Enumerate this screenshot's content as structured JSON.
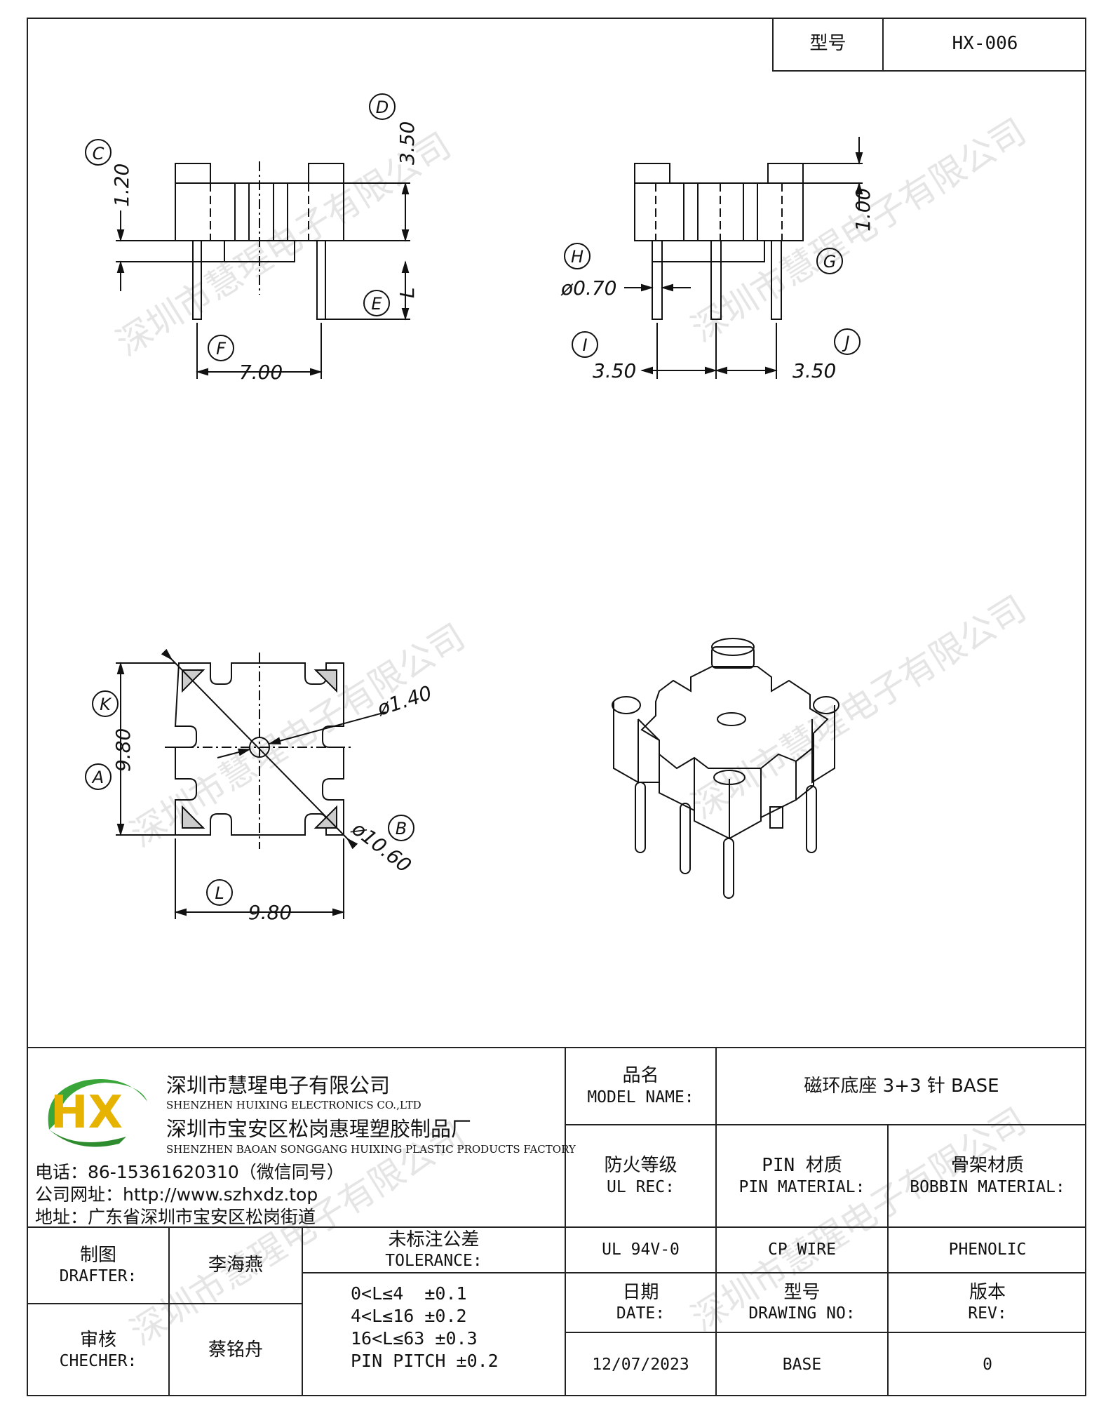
{
  "header": {
    "model_label": "型号",
    "model_value": "HX-006"
  },
  "views": {
    "front": {
      "dim_c": "C",
      "dim_c_value": "1.20",
      "dim_d": "D",
      "dim_d_value": "3.50",
      "dim_e": "E",
      "dim_e_value": "L",
      "dim_f": "F",
      "dim_f_value": "7.00"
    },
    "side": {
      "dim_h": "H",
      "dim_h_value": "ø0.70",
      "dim_g": "G",
      "dim_g_value": "1.00",
      "dim_i": "I",
      "dim_i_value": "3.50",
      "dim_j": "J",
      "dim_j_value": "3.50"
    },
    "top": {
      "dim_k": "K",
      "dim_k_value": "9.80",
      "dim_a": "A",
      "dim_hole_value": "ø1.40",
      "dim_b": "B",
      "dim_b_value": "ø10.60",
      "dim_l": "L",
      "dim_l_value": "9.80"
    }
  },
  "watermark": "深圳市慧瑆电子有限公司",
  "company": {
    "logo_letters": "HX",
    "name_cn": "深圳市慧瑆电子有限公司",
    "name_en": "SHENZHEN HUIXING ELECTRONICS CO.,LTD",
    "factory_cn": "深圳市宝安区松岗惠瑆塑胶制品厂",
    "factory_en": "SHENZHEN BAOAN SONGGANG HUIXING PLASTIC PRODUCTS FACTORY",
    "phone": "电话：86-15361620310（微信同号）",
    "website": "公司网址：http://www.szhxdz.top",
    "address": "地址：广东省深圳市宝安区松岗街道"
  },
  "title_block": {
    "model_name_cn": "品名",
    "model_name_en": "MODEL NAME:",
    "model_name_value": "磁环底座 3+3 针 BASE",
    "ul_cn": "防火等级",
    "ul_en": "UL REC:",
    "pin_cn": "PIN 材质",
    "pin_en": "PIN MATERIAL:",
    "bobbin_cn": "骨架材质",
    "bobbin_en": "BOBBIN MATERIAL:",
    "ul_value": "UL 94V-0",
    "pin_value": "CP WIRE",
    "bobbin_value": "PHENOLIC",
    "drafter_cn": "制图",
    "drafter_en": "DRAFTER:",
    "drafter_value": "李海燕",
    "checker_cn": "审核",
    "checker_en": "CHECHER:",
    "checker_value": "蔡铭舟",
    "tolerance_cn": "未标注公差",
    "tolerance_en": "TOLERANCE:",
    "tolerance_rows": [
      "0<L≤4  ±0.1",
      "4<L≤16 ±0.2",
      "16<L≤63 ±0.3",
      "PIN PITCH ±0.2"
    ],
    "date_cn": "日期",
    "date_en": "DATE:",
    "date_value": "12/07/2023",
    "drawing_cn": "型号",
    "drawing_en": "DRAWING NO:",
    "drawing_value": "BASE",
    "rev_cn": "版本",
    "rev_en": "REV:",
    "rev_value": "0"
  }
}
